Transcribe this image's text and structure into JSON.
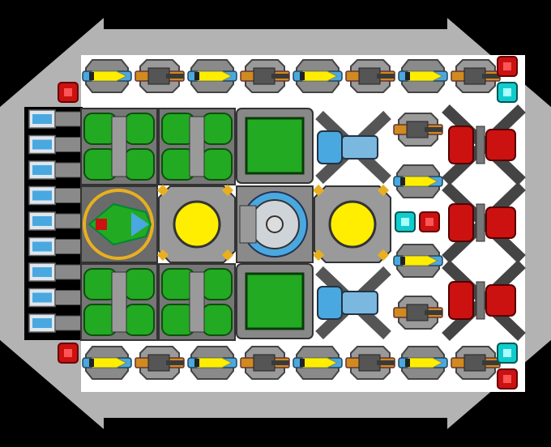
{
  "scene": {
    "name": "ship-blueprint",
    "colors": {
      "background": "#000000",
      "hull": "#b3b3b3",
      "deck": "#ffffff",
      "frame": "#5a5a5a",
      "yellow": "#ffee00",
      "green": "#22aa22",
      "blue": "#4aa8e0",
      "red": "#cc1111",
      "cyan": "#11cccc",
      "orange": "#d08a20"
    },
    "top_weapon_row": [
      "missile",
      "cannon",
      "missile",
      "cannon",
      "missile",
      "cannon",
      "missile",
      "cannon"
    ],
    "bottom_weapon_row": [
      "missile",
      "cannon",
      "missile",
      "cannon",
      "missile",
      "cannon",
      "missile",
      "cannon"
    ],
    "side_thrusters": 9,
    "fuel_tanks": 4,
    "cargo_bays": 2,
    "reactors": 2,
    "plasma_cannons": 2,
    "red_heavy_guns": 3,
    "right_column_weapons": [
      "cannon",
      "missile",
      "missile",
      "cannon"
    ]
  }
}
